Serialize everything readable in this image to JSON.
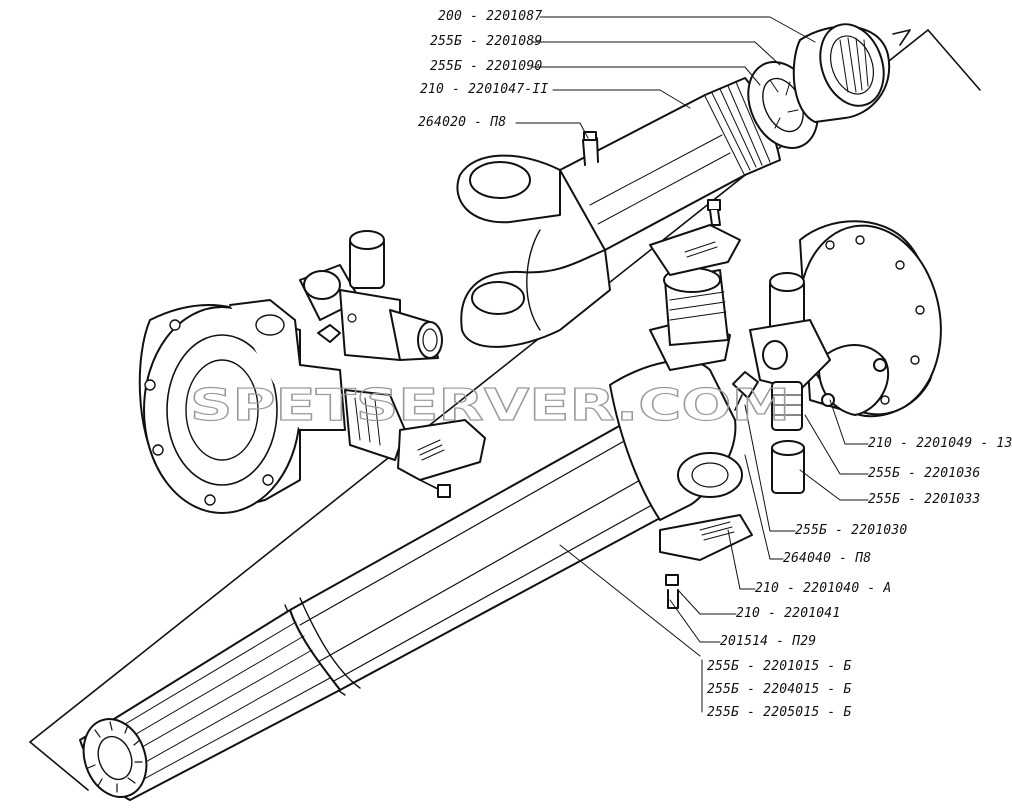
{
  "watermark": "SPETSERVER.COM",
  "labels": {
    "p200_2201087": "200 - 2201087",
    "p255b_2201089": "255Б - 2201089",
    "p255b_2201090": "255Б - 2201090",
    "p210_2201047_11": "210 - 2201047-II",
    "p264020_p8": "264020 - П8",
    "p210_2201049_13": "210 - 2201049 - 13",
    "p255b_2201036": "255Б - 2201036",
    "p255b_2201033": "255Б - 2201033",
    "p255b_2201030": "255Б - 2201030",
    "p264040_p8": "264040 - П8",
    "p210_2201040_a": "210 - 2201040 - А",
    "p210_2201041": "210 - 2201041",
    "p201514_p29": "201514 - П29",
    "p255b_2201015_b": "255Б - 2201015 - Б",
    "p255b_2204015_b": "255Б - 2204015 - Б",
    "p255b_2205015_b": "255Б - 2205015 - Б"
  }
}
